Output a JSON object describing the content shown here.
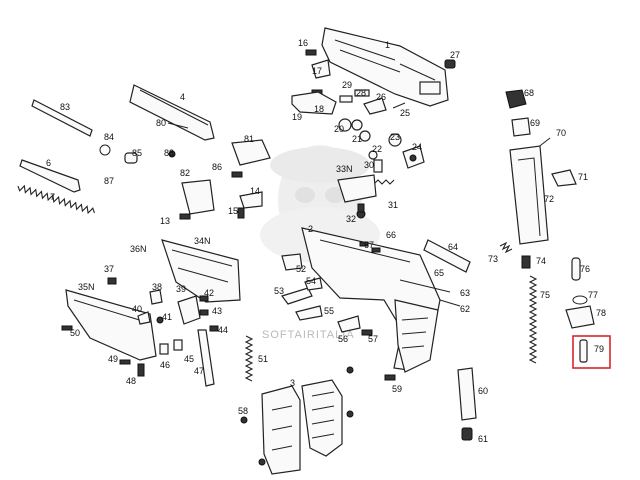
{
  "watermark": {
    "text": "SOFTAIRITALIA"
  },
  "highlight": {
    "part": "79",
    "color": "#d9262b"
  },
  "parts": [
    "1",
    "2",
    "3",
    "4",
    "6",
    "7",
    "13",
    "14",
    "15",
    "16",
    "17",
    "18",
    "19",
    "20",
    "21",
    "22",
    "23",
    "24",
    "25",
    "26",
    "27",
    "28",
    "29",
    "30",
    "31",
    "32",
    "33N",
    "34N",
    "35N",
    "36N",
    "37",
    "38",
    "39",
    "40",
    "41",
    "42",
    "43",
    "44",
    "45",
    "46",
    "47",
    "48",
    "49",
    "50",
    "51",
    "52",
    "53",
    "54",
    "55",
    "56",
    "57",
    "58",
    "59",
    "60",
    "61",
    "62",
    "63",
    "64",
    "65",
    "66",
    "67",
    "68",
    "69",
    "70",
    "71",
    "72",
    "73",
    "74",
    "75",
    "76",
    "77",
    "78",
    "79",
    "80",
    "81",
    "82",
    "83",
    "84",
    "85",
    "86",
    "87",
    "88"
  ]
}
